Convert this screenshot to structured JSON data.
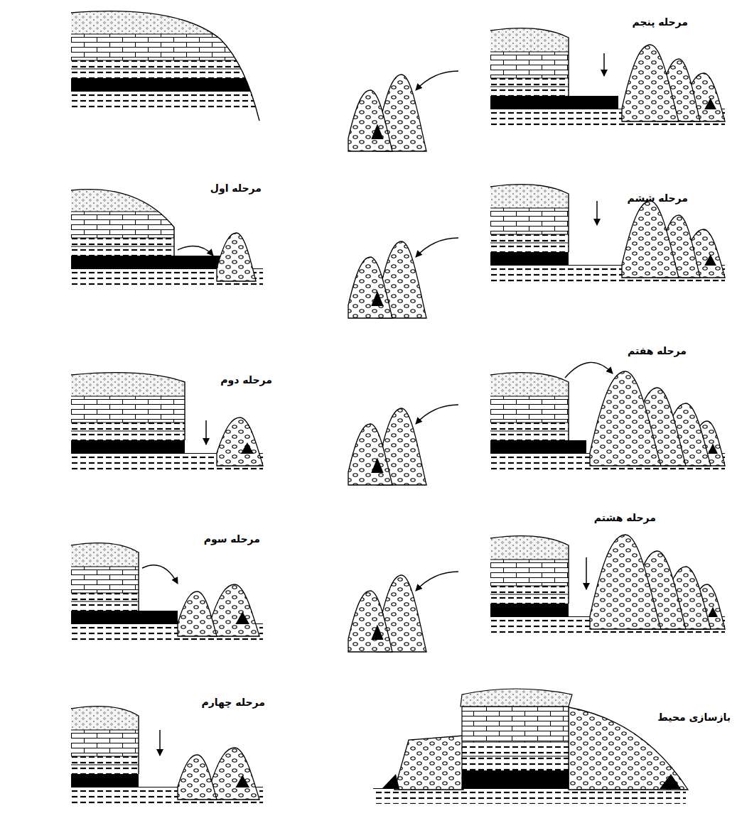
{
  "diagram": {
    "labels": [
      "مرحله اول",
      "مرحله دوم",
      "مرحله سوم",
      "مرحله چهارم",
      "مرحله پنجم",
      "مرحله ششم",
      "مرحله هفتم",
      "مرحله هشتم",
      "بازسازی محیط"
    ]
  }
}
